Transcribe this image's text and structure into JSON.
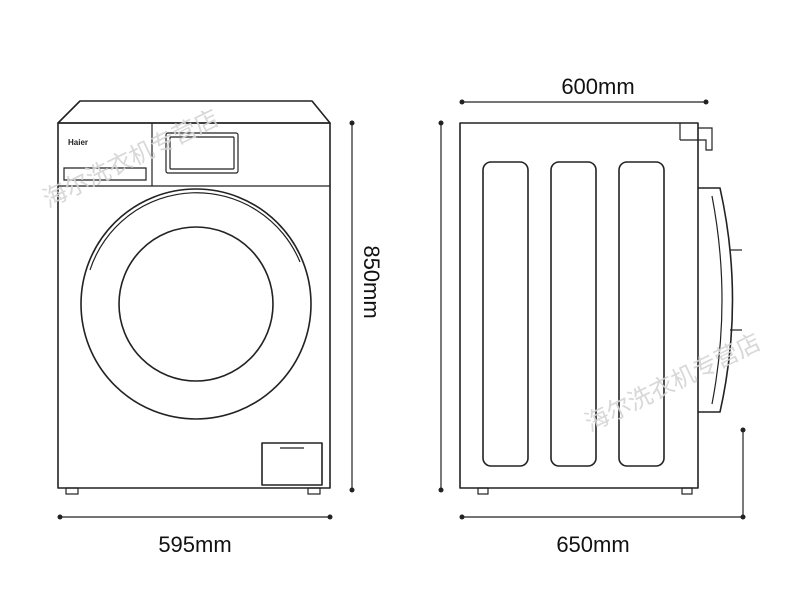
{
  "brand": "Haier",
  "dimensions": {
    "front_width": "595mm",
    "height": "850mm",
    "side_top_depth": "600mm",
    "side_bottom_depth": "650mm"
  },
  "watermark": {
    "front": "海尔洗衣机专营店",
    "side": "海尔洗衣机专营店"
  },
  "colors": {
    "line": "#222222",
    "watermark": "#d4d4d4",
    "background": "#ffffff"
  }
}
